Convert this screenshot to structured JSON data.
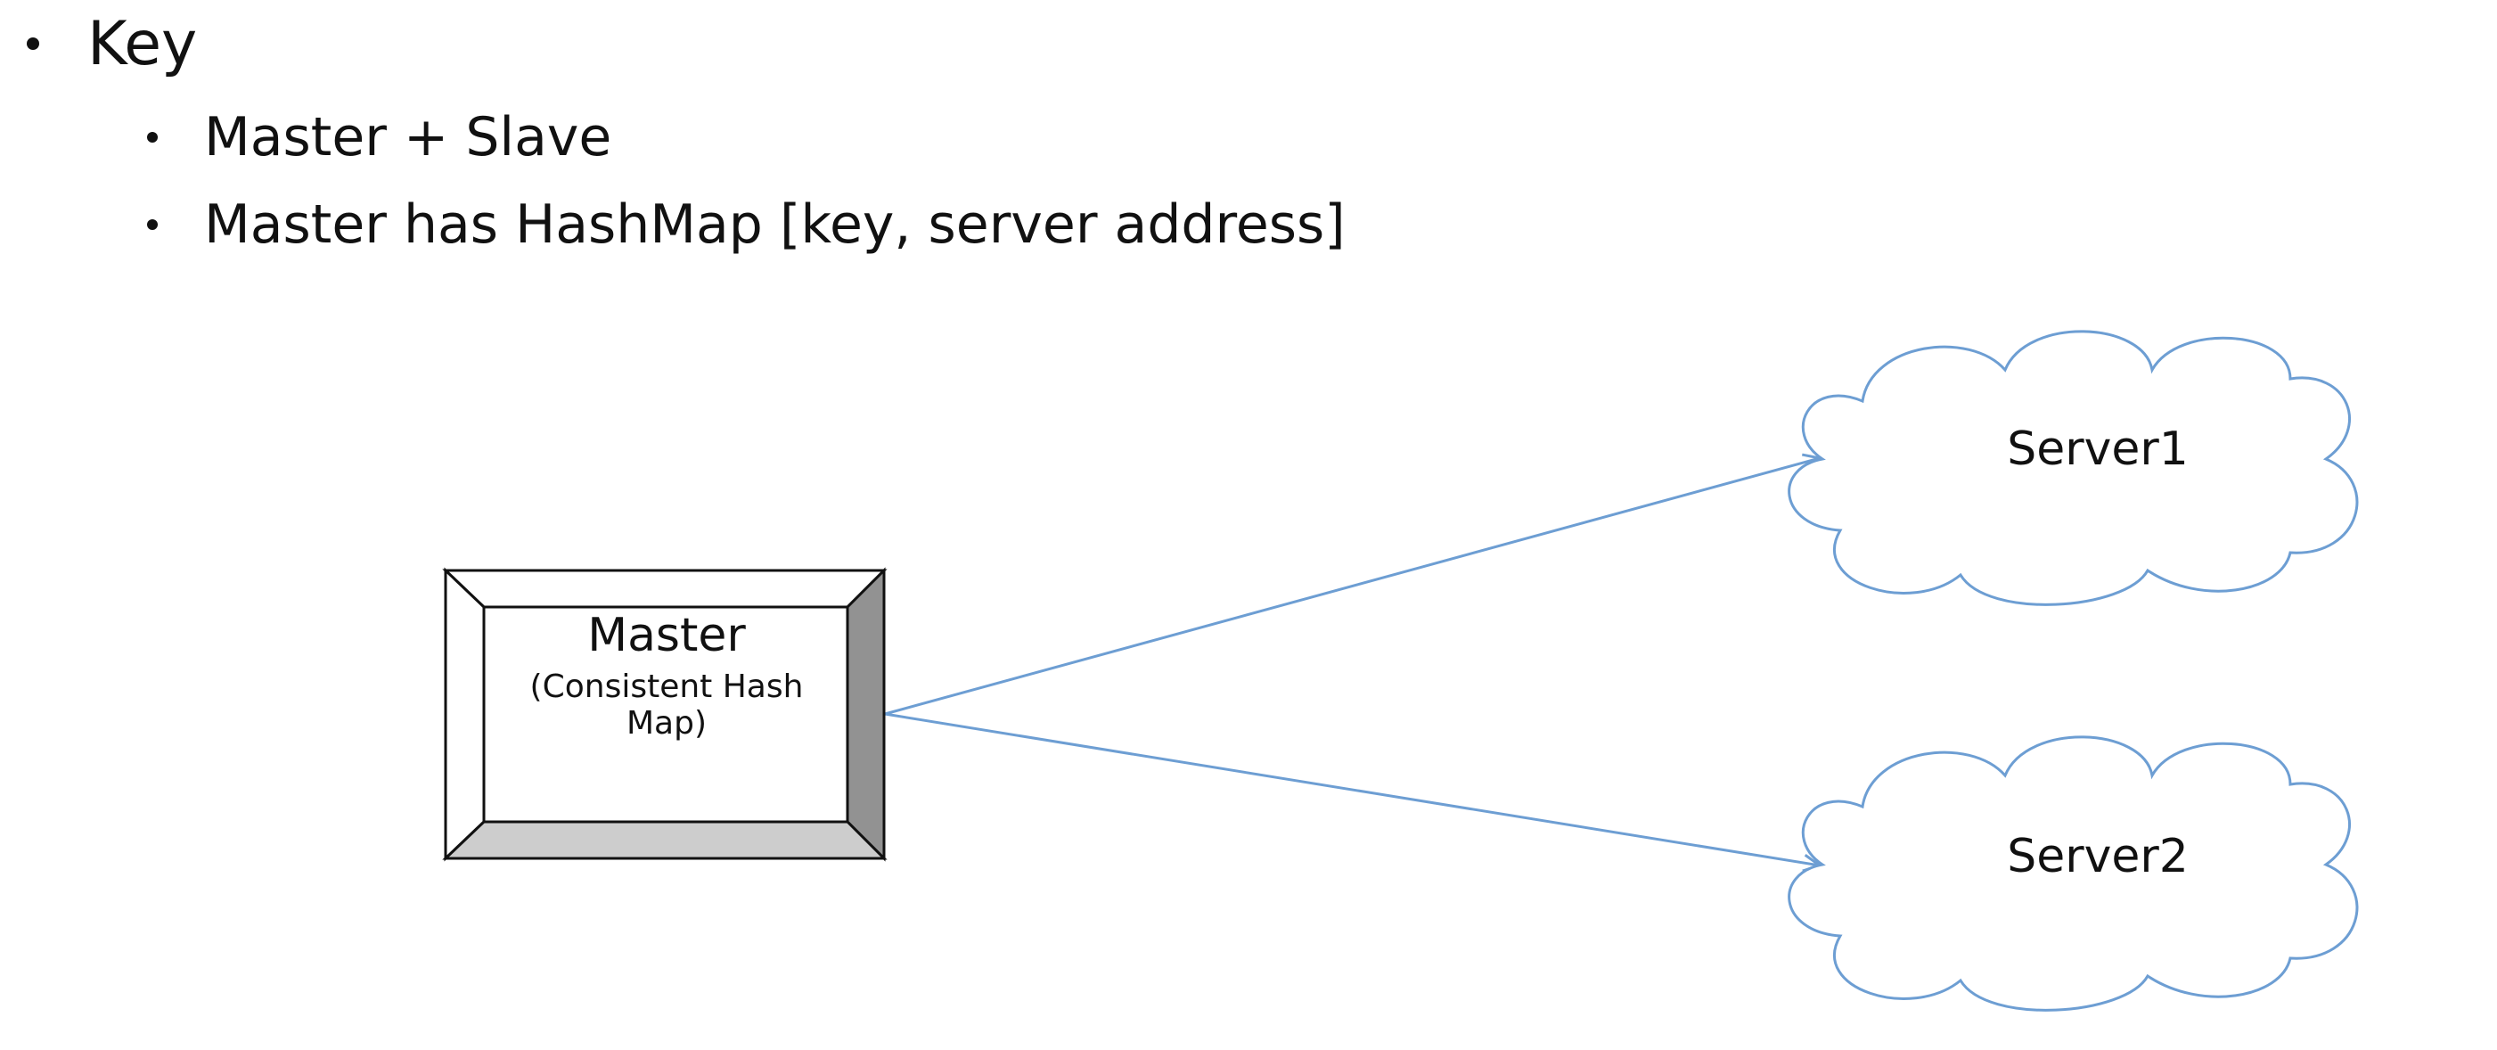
{
  "bullets": {
    "level1": "Key",
    "level2": [
      "Master + Slave",
      "Master has HashMap [key, server address]"
    ]
  },
  "diagram": {
    "master": {
      "title": "Master",
      "subtitle": "(Consistent Hash Map)"
    },
    "servers": [
      {
        "label": "Server1"
      },
      {
        "label": "Server2"
      }
    ]
  },
  "colors": {
    "arrow": "#6d9ed3",
    "cloud_stroke": "#6d9ed3",
    "bevel_right": "#929292",
    "bevel_bottom": "#cdcdcd",
    "bevel_light": "#ffffff",
    "text": "#111111"
  }
}
